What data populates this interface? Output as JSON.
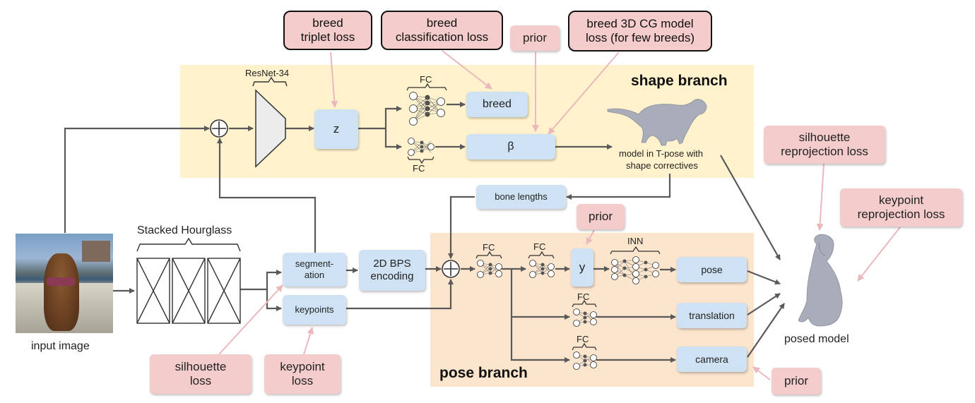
{
  "shape_branch": {
    "title": "shape branch",
    "resnet_label": "ResNet-34",
    "z_label": "z",
    "fc_top_label": "FC",
    "fc_bottom_label": "FC",
    "breed_label": "breed",
    "beta_label": "β",
    "tpose_caption_line1": "model in T-pose with",
    "tpose_caption_line2": "shape correctives"
  },
  "pose_branch": {
    "title": "pose branch",
    "fc1_label": "FC",
    "fc2_label": "FC",
    "fc3_label": "FC",
    "fc4_label": "FC",
    "y_label": "y",
    "inn_label": "INN",
    "pose_label": "pose",
    "translation_label": "translation",
    "camera_label": "camera"
  },
  "losses": {
    "breed_triplet": [
      "breed",
      "triplet loss"
    ],
    "breed_classification": [
      "breed",
      "classification loss"
    ],
    "prior_top": "prior",
    "breed_3d": [
      "breed 3D CG model",
      "loss (for few breeds)"
    ],
    "silhouette_reprojection": [
      "silhouette",
      "reprojection loss"
    ],
    "keypoint_reprojection": [
      "keypoint",
      "reprojection loss"
    ],
    "prior_pose": "prior",
    "silhouette": [
      "silhouette",
      "loss"
    ],
    "keypoint": [
      "keypoint",
      "loss"
    ],
    "prior_camera": "prior"
  },
  "pipeline": {
    "input_caption": "input image",
    "hourglass_label": "Stacked Hourglass",
    "segmentation_label": [
      "segment-",
      "ation"
    ],
    "keypoints_label": "keypoints",
    "bps_label": [
      "2D BPS",
      "encoding"
    ],
    "bone_lengths_label": "bone lengths",
    "posed_model_caption": "posed model"
  },
  "colors": {
    "shape_region": "#fff2cc",
    "pose_region": "#fce5cd",
    "module_box": "#cfe2f3",
    "loss_box": "#f4cccc",
    "arrow": "#595959",
    "loss_arrow": "#ebb8bc"
  }
}
